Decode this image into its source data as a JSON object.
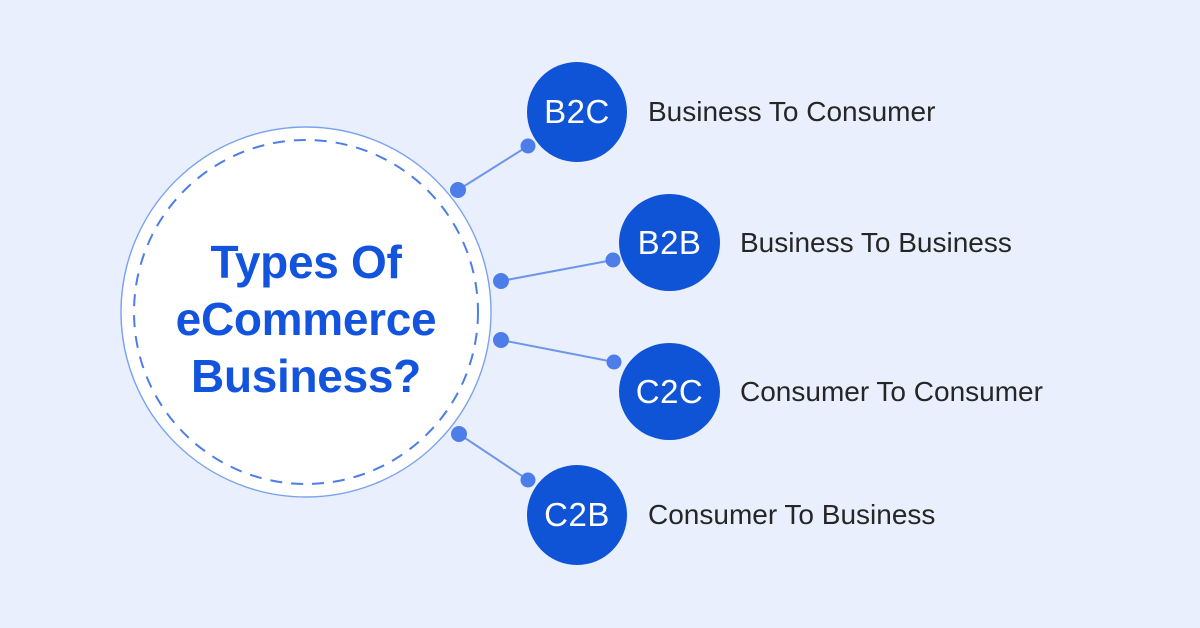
{
  "hub": {
    "title_lines": [
      "Types Of",
      "eCommerce",
      "Business?"
    ]
  },
  "nodes": [
    {
      "id": "b2c",
      "abbr": "B2C",
      "label": "Business To Consumer"
    },
    {
      "id": "b2b",
      "abbr": "B2B",
      "label": "Business To Business"
    },
    {
      "id": "c2c",
      "abbr": "C2C",
      "label": "Consumer To Consumer"
    },
    {
      "id": "c2b",
      "abbr": "C2B",
      "label": "Consumer To Business"
    }
  ],
  "colors": {
    "page-bg": "#e9effc",
    "hub-fill": "#ffffff",
    "hub-border": "#7aa2f0",
    "hub-dash": "#4d7ee8",
    "title-blue": "#1354df",
    "node-blue": "#0f53d6",
    "node-text": "#ffffff",
    "label-text": "#262626",
    "connector-line": "#6e95ec",
    "connector-dot": "#4d7de9"
  }
}
